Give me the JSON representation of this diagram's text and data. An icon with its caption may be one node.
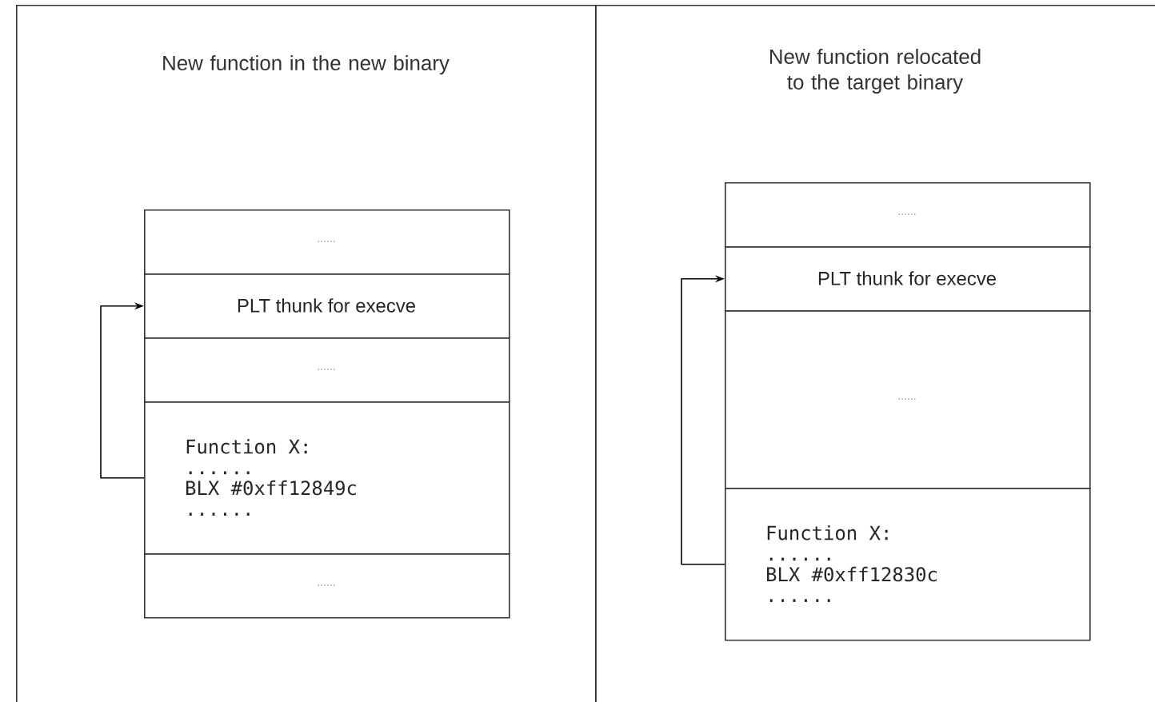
{
  "diagram": {
    "nodes": [
      {
        "text": [
          "New function in the new binary"
        ]
      },
      {
        "text": [
          "......"
        ],
        "in": 0
      },
      {
        "text": [
          "PLT thunk for execve"
        ],
        "in": 0
      },
      {
        "text": [
          "......"
        ],
        "in": 0
      },
      {
        "text": [
          "Function X:",
          "......",
          "BLX #0xff12849c",
          "......"
        ],
        "in": 0
      },
      {
        "text": [
          "......"
        ],
        "in": 0
      },
      {
        "text": [
          "New function relocated to the target binary"
        ]
      },
      {
        "text": [
          "......"
        ],
        "in": 6
      },
      {
        "text": [
          "PLT thunk for execve"
        ],
        "in": 6
      },
      {
        "text": [
          "......"
        ],
        "in": 6
      },
      {
        "text": [
          "Function X:",
          "......",
          "BLX #0xff12830c",
          "......"
        ],
        "in": 6
      }
    ],
    "edges": [
      {
        "from": 4,
        "to": 2,
        "arrow": "to"
      },
      {
        "from": 10,
        "to": 8,
        "arrow": "to"
      }
    ]
  }
}
